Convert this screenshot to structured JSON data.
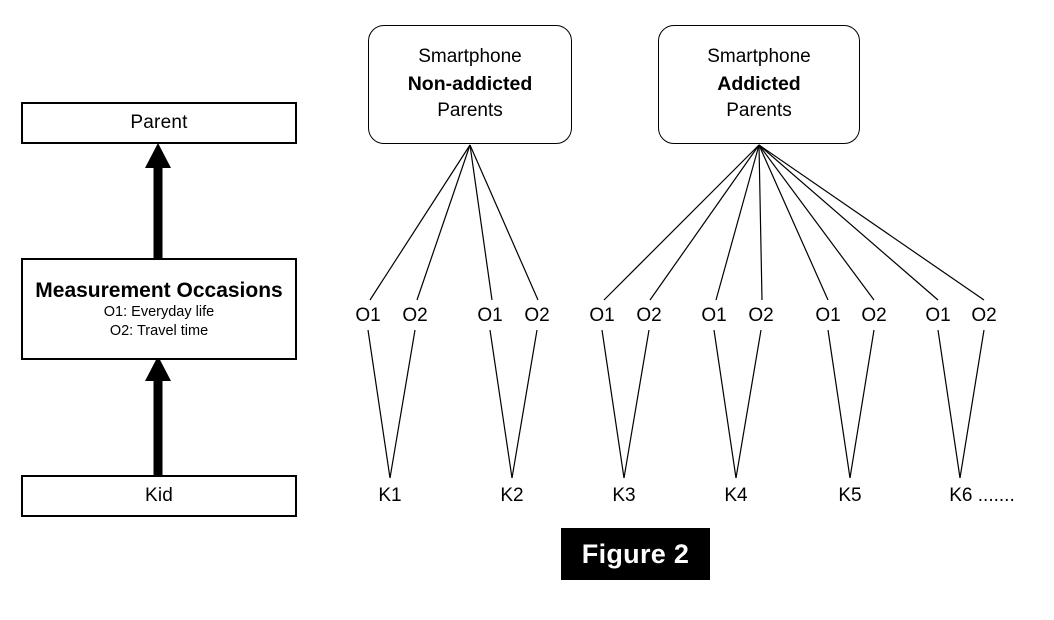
{
  "figure": {
    "caption": "Figure 2"
  },
  "left_panel": {
    "levels": [
      {
        "name": "parent",
        "title": "Parent",
        "subtitles": []
      },
      {
        "name": "measurement-occasions",
        "title": "Measurement Occasions",
        "subtitles": [
          "O1: Everyday life",
          "O2: Travel time"
        ]
      },
      {
        "name": "kid",
        "title": "Kid",
        "subtitles": []
      }
    ],
    "arrows": [
      {
        "from": "kid",
        "to": "measurement-occasions",
        "direction": "up"
      },
      {
        "from": "measurement-occasions",
        "to": "parent",
        "direction": "up"
      }
    ]
  },
  "right_panel": {
    "groups": [
      {
        "id": "nonaddicted",
        "line1": "Smartphone",
        "line2": "Non-addicted",
        "line3": "Parents",
        "kids": [
          "K1",
          "K2"
        ]
      },
      {
        "id": "addicted",
        "line1": "Smartphone",
        "line2": "Addicted",
        "line3": "Parents",
        "kids": [
          "K3",
          "K4",
          "K5",
          "K6 ......."
        ]
      }
    ],
    "occasion_labels": [
      "O1",
      "O2"
    ],
    "occasion_row": [
      "O1",
      "O2",
      "O1",
      "O2",
      "O1",
      "O2",
      "O1",
      "O2",
      "O1",
      "O2",
      "O1",
      "O2"
    ],
    "kid_row": [
      "K1",
      "K2",
      "K3",
      "K4",
      "K5",
      "K6 ......."
    ]
  },
  "colors": {
    "stroke": "#000000",
    "background": "#ffffff",
    "caption_background": "#000000",
    "caption_text": "#ffffff"
  }
}
